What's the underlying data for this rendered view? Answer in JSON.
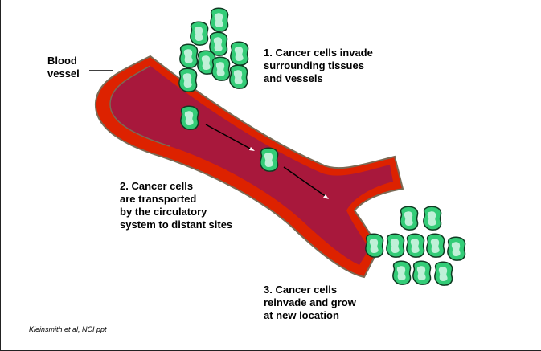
{
  "labels": {
    "blood_vessel": "Blood\nvessel",
    "step1": "1. Cancer cells invade\nsurrounding tissues\nand vessels",
    "step2": "2. Cancer cells\nare transported\nby the circulatory\nsystem to distant sites",
    "step3": "3. Cancer cells\nreinvade and grow\nat new location"
  },
  "credit": "Kleinsmith et al, NCI ppt",
  "colors": {
    "vessel_wall": "#dd2200",
    "vessel_lumen": "#a8183c",
    "wall_edge": "#7a6a55",
    "cell_fill": "#33cc77",
    "cell_core": "#bff0d8",
    "cell_outline": "#0f3a22"
  }
}
